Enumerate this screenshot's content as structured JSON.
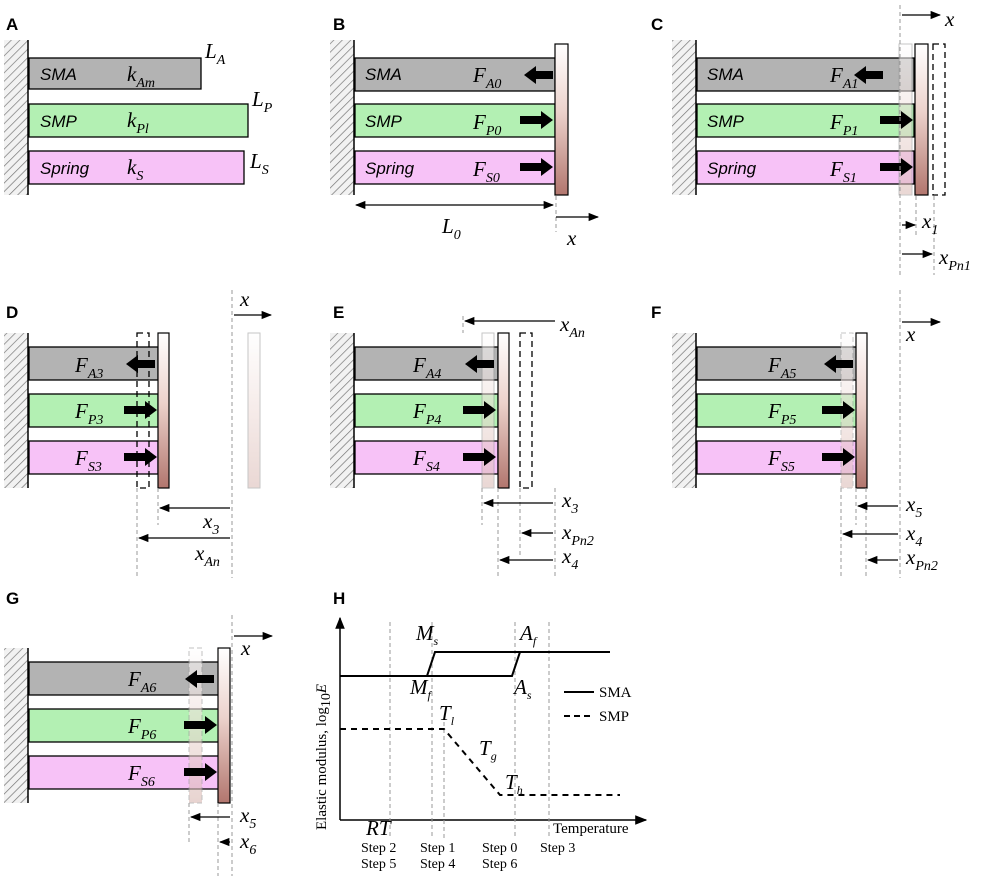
{
  "colors": {
    "sma": "#b3b3b3",
    "smp": "#b3f0b3",
    "spring": "#f7c2f7"
  },
  "panels": {
    "A": {
      "label": "A",
      "sma": "SMA",
      "smp": "SMP",
      "spring": "Spring",
      "k_sma": "k",
      "k_sma_sub": "Am",
      "k_smp": "k",
      "k_smp_sub": "Pl",
      "k_spring": "k",
      "k_spring_sub": "S",
      "L_sma": "L",
      "L_sma_sub": "A",
      "L_smp": "L",
      "L_smp_sub": "P",
      "L_spring": "L",
      "L_spring_sub": "S"
    },
    "B": {
      "label": "B",
      "sma": "SMA",
      "smp": "SMP",
      "spring": "Spring",
      "f1": "F",
      "f1_sub": "A0",
      "f2": "F",
      "f2_sub": "P0",
      "f3": "F",
      "f3_sub": "S0",
      "len": "L",
      "len_sub": "0",
      "x": "x"
    },
    "C": {
      "label": "C",
      "sma": "SMA",
      "smp": "SMP",
      "spring": "Spring",
      "f1": "F",
      "f1_sub": "A1",
      "f2": "F",
      "f2_sub": "P1",
      "f3": "F",
      "f3_sub": "S1",
      "x": "x",
      "d1": "x",
      "d1_sub": "1",
      "d2": "x",
      "d2_sub": "Pn1"
    },
    "D": {
      "label": "D",
      "f1": "F",
      "f1_sub": "A3",
      "f2": "F",
      "f2_sub": "P3",
      "f3": "F",
      "f3_sub": "S3",
      "x": "x",
      "d1": "x",
      "d1_sub": "3",
      "d2": "x",
      "d2_sub": "An"
    },
    "E": {
      "label": "E",
      "f1": "F",
      "f1_sub": "A4",
      "f2": "F",
      "f2_sub": "P4",
      "f3": "F",
      "f3_sub": "S4",
      "top": "x",
      "top_sub": "An",
      "d1": "x",
      "d1_sub": "3",
      "d2": "x",
      "d2_sub": "Pn2",
      "d3": "x",
      "d3_sub": "4"
    },
    "F": {
      "label": "F",
      "f1": "F",
      "f1_sub": "A5",
      "f2": "F",
      "f2_sub": "P5",
      "f3": "F",
      "f3_sub": "S5",
      "x": "x",
      "d1": "x",
      "d1_sub": "5",
      "d2": "x",
      "d2_sub": "4",
      "d3": "x",
      "d3_sub": "Pn2"
    },
    "G": {
      "label": "G",
      "f1": "F",
      "f1_sub": "A6",
      "f2": "F",
      "f2_sub": "P6",
      "f3": "F",
      "f3_sub": "S6",
      "x": "x",
      "d1": "x",
      "d1_sub": "5",
      "d2": "x",
      "d2_sub": "6"
    },
    "H": {
      "label": "H",
      "ylabel": "Elastic modulus, log",
      "ylabel_sub": "10",
      "ylabel_tail": "E",
      "xlabel": "Temperature",
      "Ms": "M",
      "Ms_sub": "s",
      "Mf": "M",
      "Mf_sub": "f",
      "Af": "A",
      "Af_sub": "f",
      "As": "A",
      "As_sub": "s",
      "Tl": "T",
      "Tl_sub": "l",
      "Tg": "T",
      "Tg_sub": "g",
      "Th": "T",
      "Th_sub": "h",
      "legend_sma": "SMA",
      "legend_smp": "SMP",
      "RT": "RT",
      "steps": [
        [
          "Step 2",
          "Step 5"
        ],
        [
          "Step 1",
          "Step 4"
        ],
        [
          "Step 0",
          "Step 6"
        ],
        [
          "Step 3"
        ]
      ]
    }
  }
}
